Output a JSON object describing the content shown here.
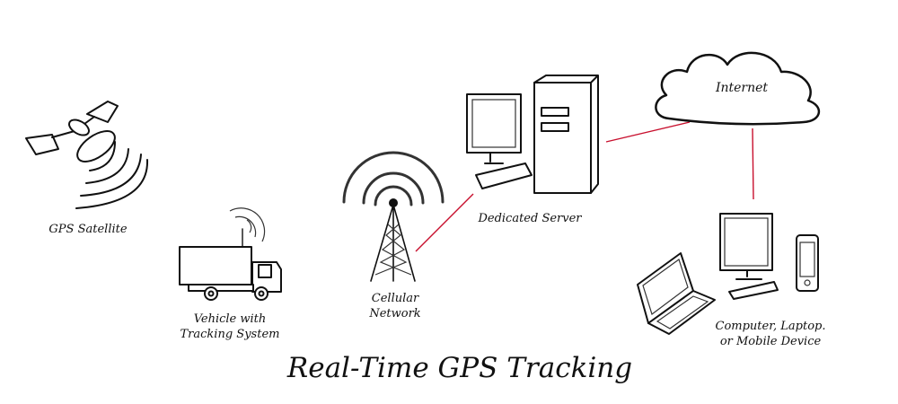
{
  "title": "Real-Time GPS Tracking",
  "nodes": {
    "satellite": "GPS Satellite",
    "vehicle_line1": "Vehicle with",
    "vehicle_line2": "Tracking System",
    "cellular_line1": "Cellular",
    "cellular_line2": "Network",
    "server": "Dedicated Server",
    "internet": "Internet",
    "devices_line1": "Computer, Laptop.",
    "devices_line2": "or Mobile Device"
  },
  "colors": {
    "connector": "#c8102e",
    "ink": "#111111"
  }
}
